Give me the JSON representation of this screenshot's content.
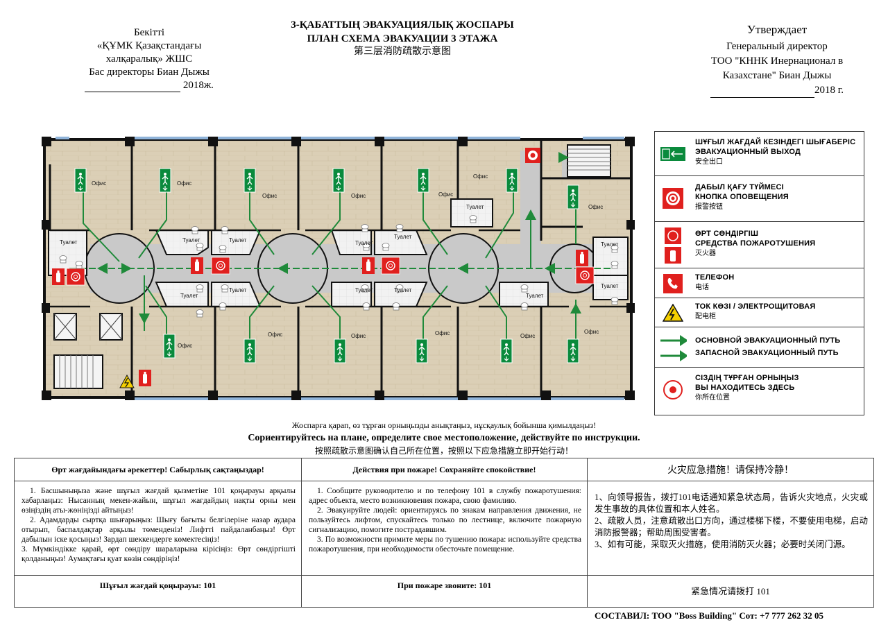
{
  "header": {
    "left": {
      "line1": "Бекітті",
      "line2": "«ҚҰМК Қазақстандағы",
      "line3": "халқаралық» ЖШС",
      "line4": "Бас директоры  Биан Дыжы",
      "date": "2018ж."
    },
    "center": {
      "title_kk": "3-ҚАБАТТЫҢ ЭВАКУАЦИЯЛЫҚ ЖОСПАРЫ",
      "title_ru": "ПЛАН СХЕМА ЭВАКУАЦИИ  3 ЭТАЖА",
      "title_zh": "第三层消防疏散示意图"
    },
    "right": {
      "line1": "Утверждает",
      "line2": "Генеральный директор",
      "line3": "ТОО \"КННК Инернационал в",
      "line4": "Казахстане\"  Биан Дыжы",
      "date": "2018 г."
    }
  },
  "plan": {
    "office_label": "Офис",
    "toilet_label": "Туалет"
  },
  "legend": {
    "items": [
      {
        "kk": "ШҰҒЫЛ ЖАҒДАЙ КЕЗІНДЕГІ ШЫҒАБЕРІС",
        "ru": "ЭВАКУАЦИОННЫЙ ВЫХОД",
        "zh": "安全出口"
      },
      {
        "kk": "ДАБЫЛ ҚАҒУ ТҮЙМЕСІ",
        "ru": "КНОПКА ОПОВЕЩЕНИЯ",
        "zh": "报警按钮"
      },
      {
        "kk": "ӨРТ СӨНДІРГІШ",
        "ru": "СРЕДСТВА  ПОЖАРОТУШЕНИЯ",
        "zh": "灭火器"
      },
      {
        "kk": "ТЕЛЕФОН",
        "ru": "",
        "zh": "电话"
      },
      {
        "kk": "ТОК КӨЗІ  /  ЭЛЕКТРОЩИТОВАЯ",
        "ru": "",
        "zh": "配电柜"
      },
      {
        "kk": "ОСНОВНОЙ ЭВАКУАЦИОННЫЙ ПУТЬ",
        "ru": "ЗАПАСНОЙ ЭВАКУАЦИОННЫЙ ПУТЬ",
        "zh": ""
      },
      {
        "kk": "СІЗДІҢ ТҰРҒАН ОРНЫҢЫЗ",
        "ru": "ВЫ НАХОДИТЕСЬ ЗДЕСЬ",
        "zh": "你所在位置"
      }
    ]
  },
  "instructions": {
    "kk": "Жоспарға қарап, өз тұрған орныңызды анықтаңыз, нұсқаулық бойынша қимылдаңыз!",
    "ru": "Сориентируйтесь на плане, определите свое местоположение, действуйте по инструкции.",
    "zh": "按照疏散示意图确认自己所在位置，按照以下应急措施立即开始行动！"
  },
  "table": {
    "kk": {
      "title": "Өрт жағдайындағы әрекеттер! Сабырлық  сақтаңыздар!",
      "p1": "1. Басшыныңыза және шұғыл жағдай қызметіне 101 қоңырауы арқылы хабарлаңыз: Нысанның мекен-жайын, шұғыл жағдайдың нақты орны мен өзіңіздің аты-жөніңізді айтыңыз!",
      "p2": "2. Адамдарды сыртқа шығарыңыз: Шығу бағыты белгілеріне назар аудара отырып, баспалдақтар арқылы төменденіз! Лифтті пайдаланбаңыз! Өрт дабылын іске қосыңыз! Зардап шеккендерге көмектесіңіз!",
      "p3": "3. Мүмкіндікке қарай, өрт сөндіру шараларына кірісіңіз: Өрт сөндіргішті қолданыңыз! Аумақтағы қуат көзін сөндіріңіз!",
      "footer": "Шұғыл жағдай қоңырауы: 101"
    },
    "ru": {
      "title": "Действия при пожаре! Сохраняйте спокойствие!",
      "p1": "1. Сообщите руководителю и по телефону 101 в службу пожаротушения: адрес объекта, место возникновения пожара, свою фамилию.",
      "p2": "2. Эвакуируйте людей: ориентируясь по знакам направления движения, не пользуйтесь лифтом, спускайтесь только по лестнице, включите пожарную сигнализацию, помогите пострадавшим.",
      "p3": "3. По возможности примите меры по тушению пожара: используйте средства пожаротушения, при необходимости обесточьте помещение.",
      "footer": "При пожаре звоните: 101"
    },
    "zh": {
      "title": "火灾应急措施！请保持冷静！",
      "p1": "1、向领导报告，拨打101电话通知紧急状态局，告诉火灾地点，火灾或发生事故的具体位置和本人姓名。",
      "p2": "2、疏散人员，注意疏散出口方向，通过楼梯下楼，不要使用电梯，启动消防报警器；帮助周围受害者。",
      "p3": "3、如有可能，采取灭火措施，使用消防灭火器；必要时关闭门源。",
      "footer": "紧急情况请拨打  101"
    }
  },
  "footer": {
    "compiled": "СОСТАВИЛ: ТОО \"Boss Building\" Сот: +7 777 262 32 05"
  },
  "colors": {
    "route_green": "#1f8a3a",
    "sign_green": "#0a8a3c",
    "fire_red": "#e0201e",
    "corridor_gray": "#c9c9c9",
    "wall": "#111111",
    "floor_wood": "#d9cdb4"
  }
}
